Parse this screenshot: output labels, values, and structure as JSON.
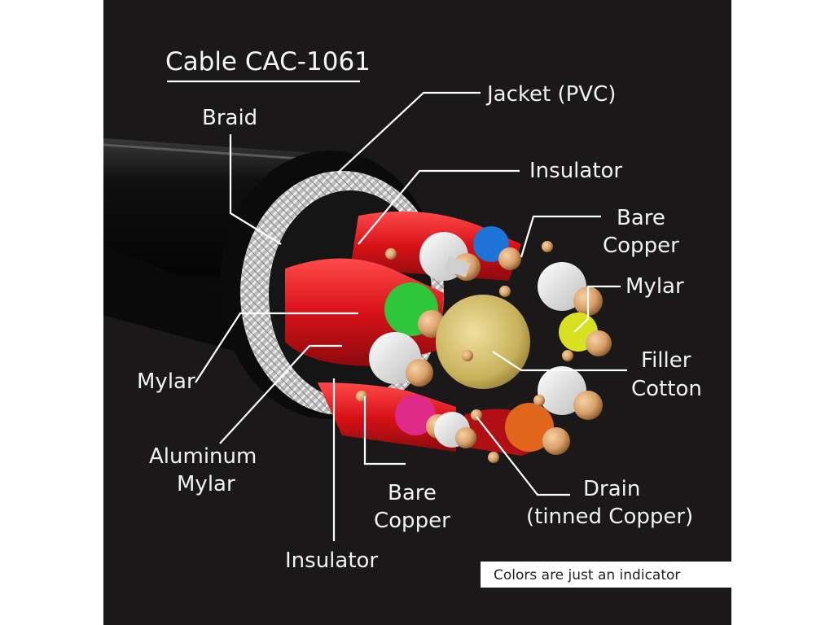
{
  "title": "Cable CAC-1061",
  "note": "Colors are just an indicator",
  "labels": {
    "braid": "Braid",
    "jacket": "Jacket (PVC)",
    "insulator_top": "Insulator",
    "bare_copper_right_1": "Bare",
    "bare_copper_right_2": "Copper",
    "mylar_right": "Mylar",
    "filler_1": "Filler",
    "filler_2": "Cotton",
    "mylar_left": "Mylar",
    "aluminum_1": "Aluminum",
    "aluminum_2": "Mylar",
    "bare_copper_bottom_1": "Bare",
    "bare_copper_bottom_2": "Copper",
    "drain_1": "Drain",
    "drain_2": "(tinned Copper)",
    "insulator_bottom": "Insulator"
  },
  "colors": {
    "background": "#1a1818",
    "shield_red": "#d81218",
    "filler_gold": "#c8b15a",
    "pair_green": "#2ec63a",
    "pair_blue": "#1e73d8",
    "pair_yellow": "#d8e020",
    "pair_magenta": "#e02a8a",
    "pair_orange": "#e0661c",
    "copper": "#d9a06a"
  }
}
